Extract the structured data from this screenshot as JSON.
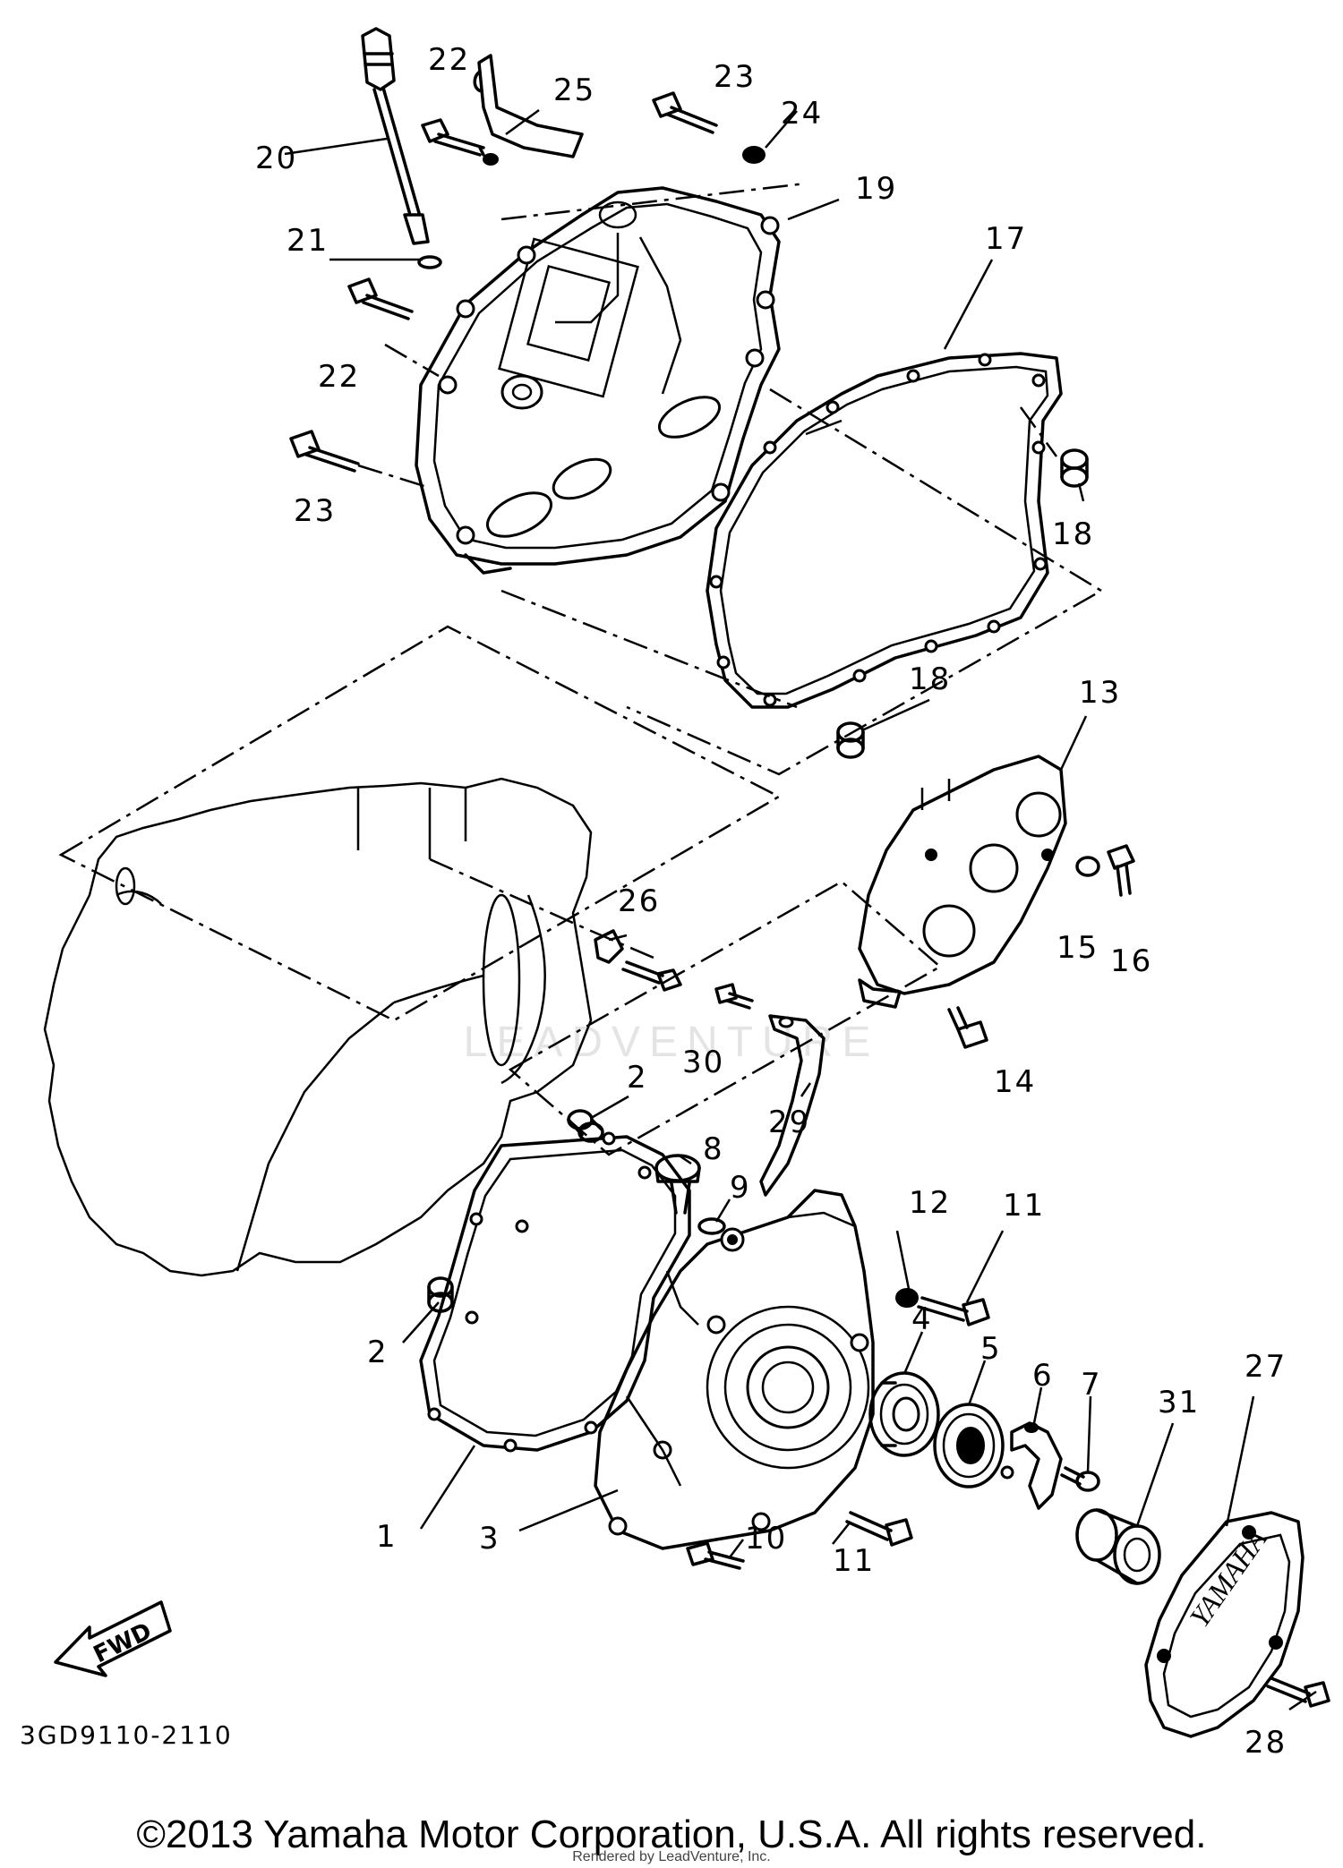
{
  "diagram": {
    "reference_code": "3GD9110-2110",
    "fwd_label": "FWD",
    "logo_text": "YAMAHA",
    "watermark": "LEADVENTURE",
    "copyright": "©2013 Yamaha Motor Corporation, U.S.A. All rights reserved.",
    "rendered_by": "Rendered by LeadVenture, Inc.",
    "callouts": {
      "c1": "1",
      "c2a": "2",
      "c2b": "2",
      "c3": "3",
      "c4": "4",
      "c5": "5",
      "c6": "6",
      "c7": "7",
      "c8": "8",
      "c9": "9",
      "c10": "10",
      "c11a": "11",
      "c11b": "11",
      "c12": "12",
      "c13": "13",
      "c14": "14",
      "c15": "15",
      "c16": "16",
      "c17": "17",
      "c18a": "18",
      "c18b": "18",
      "c19": "19",
      "c20": "20",
      "c21": "21",
      "c22a": "22",
      "c22b": "22",
      "c23a": "23",
      "c23b": "23",
      "c24": "24",
      "c25": "25",
      "c26": "26",
      "c27": "27",
      "c28": "28",
      "c29": "29",
      "c30": "30",
      "c31": "31"
    }
  }
}
